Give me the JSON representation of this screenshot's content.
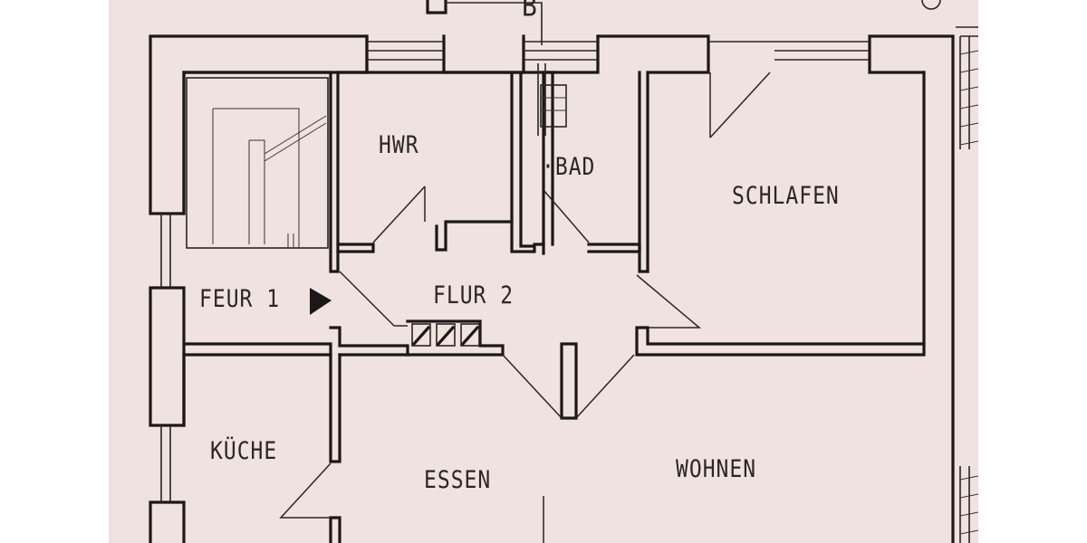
{
  "rooms": {
    "hwr": "HWR",
    "bad": "·BAD",
    "schlafen": "SCHLAFEN",
    "flur1": "FEUR 1",
    "flur2": "FLUR 2",
    "kueche": "KÜCHE",
    "essen": "ESSEN",
    "wohnen": "WOHNEN"
  },
  "markers": {
    "section_b": "B"
  },
  "colors": {
    "paper": "#f0e2de",
    "ink": "#1c1818"
  }
}
